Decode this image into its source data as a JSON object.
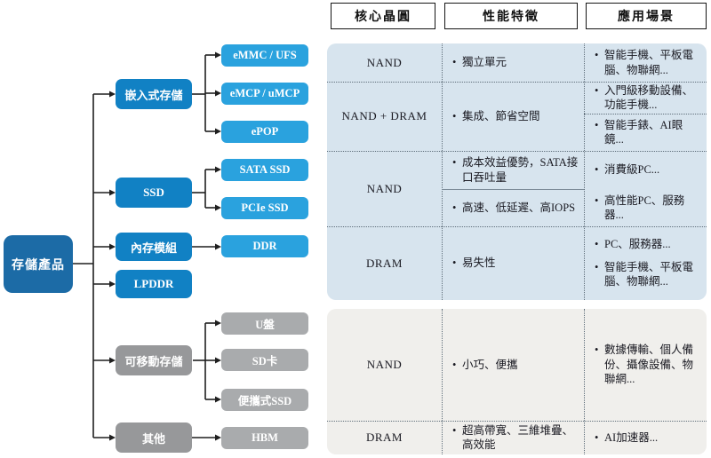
{
  "tree": {
    "root": "存儲產品",
    "l2": [
      "嵌入式存儲",
      "SSD",
      "內存模組",
      "LPDDR",
      "可移動存儲",
      "其他"
    ],
    "l3": [
      "eMMC / UFS",
      "eMCP / uMCP",
      "ePOP",
      "SATA SSD",
      "PCIe SSD",
      "DDR",
      "U盤",
      "SD卡",
      "便攜式SSD",
      "HBM"
    ]
  },
  "headers": [
    "核心晶圓",
    "性能特徵",
    "應用場景"
  ],
  "table": {
    "row1": {
      "wafer": "NAND",
      "feature": "獨立單元",
      "app": "智能手機、平板電腦、物聯網..."
    },
    "row2": {
      "wafer": "NAND + DRAM",
      "feature": "集成、節省空間",
      "app1": "入門級移動設備、功能手機...",
      "app2": "智能手錶、AI眼鏡..."
    },
    "row3": {
      "wafer": "NAND",
      "feature1": "成本效益優勢，SATA接口吞吐量",
      "feature2": "高速、低延遲、高IOPS",
      "app1": "消費級PC...",
      "app2": "高性能PC、服務器..."
    },
    "row4": {
      "wafer": "DRAM",
      "feature": "易失性",
      "app1": "PC、服務器...",
      "app2": "智能手機、平板電腦、物聯網..."
    },
    "row5": {
      "wafer": "NAND",
      "feature": "小巧、便攜",
      "app": "數據傳輸、個人備份、攝像設備、物聯網..."
    },
    "row6": {
      "wafer": "DRAM",
      "feature": "超高帶寬、三維堆疊、高效能",
      "app": "AI加速器..."
    }
  },
  "colors": {
    "root": "#1c6ba6",
    "l2_blue": "#1181c4",
    "l3_blue": "#2aa2de",
    "l2_gray": "#97989a",
    "l3_gray": "#a9abad",
    "table_blue": "#d7e4ee",
    "table_gray": "#f0efec"
  }
}
